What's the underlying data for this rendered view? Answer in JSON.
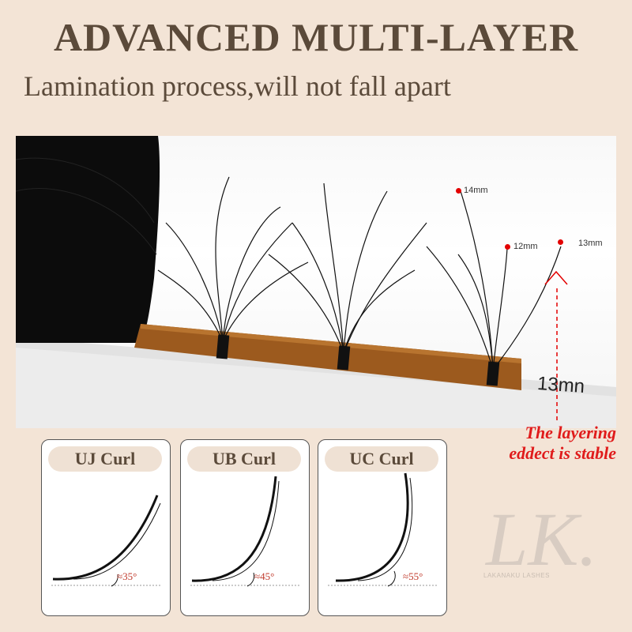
{
  "header": {
    "title": "ADVANCED MULTI-LAYER",
    "subtitle": "Lamination process,will not fall apart"
  },
  "photo": {
    "lengths": [
      {
        "label": "14mm",
        "marker_color": "#e30000"
      },
      {
        "label": "12mm",
        "marker_color": "#e30000"
      },
      {
        "label": "13mm",
        "marker_color": "#e30000"
      }
    ],
    "strip_label": "13mn"
  },
  "callout": {
    "line1": "The layering",
    "line2": "eddect is stable",
    "color": "#e01b1b"
  },
  "curls": [
    {
      "name": "UJ Curl",
      "angle": "≈35°"
    },
    {
      "name": "UB Curl",
      "angle": "≈45°"
    },
    {
      "name": "UC Curl",
      "angle": "≈55°"
    }
  ],
  "brand": {
    "monogram": "LK.",
    "name": "LAKANAKU LASHES"
  },
  "colors": {
    "background": "#f3e4d6",
    "title": "#5b4a3a",
    "pill": "#efe1d4",
    "strip": "#9c5a1e"
  }
}
